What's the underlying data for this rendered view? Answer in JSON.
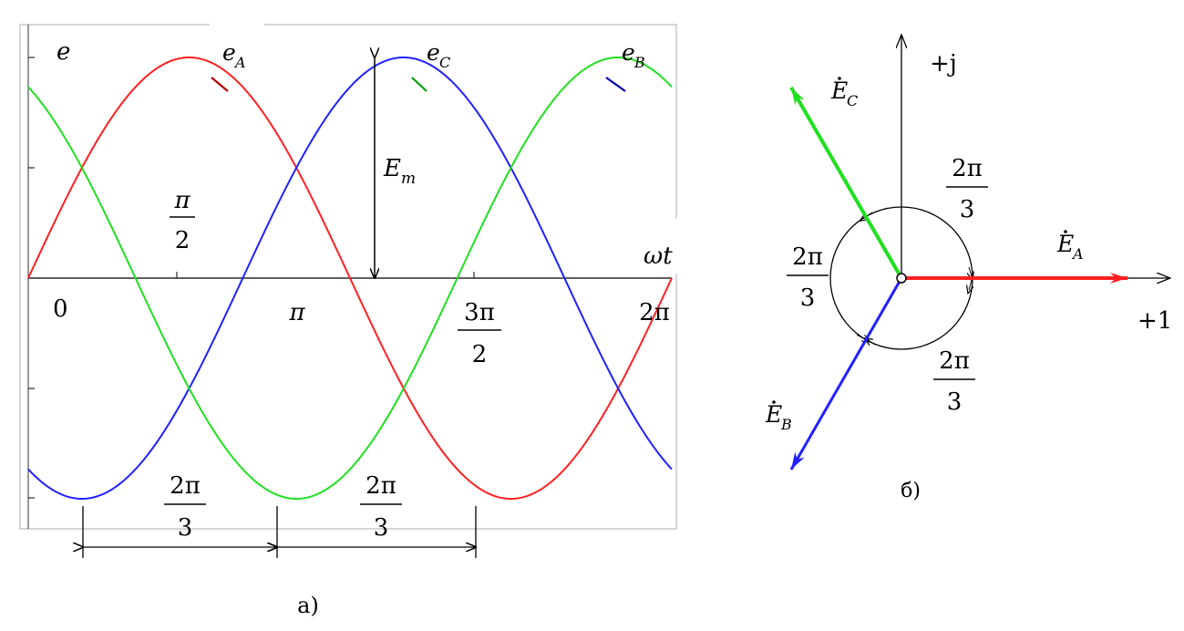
{
  "graph_a": {
    "y_label": "e",
    "x_label": "ωt",
    "curves": [
      {
        "label_main": "e",
        "label_sub": "A",
        "color": "#ff2020",
        "phase_deg": 0
      },
      {
        "label_main": "e",
        "label_sub": "B",
        "color": "#2020ff",
        "phase_deg": -120
      },
      {
        "label_main": "e",
        "label_sub": "C",
        "color": "#20e020",
        "phase_deg": 120
      }
    ],
    "amplitude_label_main": "E",
    "amplitude_label_sub": "m",
    "tick_labels": {
      "zero": "0",
      "pi_over_2_num": "π",
      "pi_over_2_den": "2",
      "pi": "π",
      "three_pi_over_2_num": "3π",
      "three_pi_over_2_den": "2",
      "two_pi": "2π"
    },
    "phase_shift_num": "2π",
    "phase_shift_den": "3",
    "caption": "а)"
  },
  "phasor_b": {
    "axis_real_label": "+1",
    "axis_imag_label": "+j",
    "phasors": [
      {
        "label_main": "E",
        "label_sub": "A",
        "color": "#ff2020",
        "angle_deg": 0
      },
      {
        "label_main": "E",
        "label_sub": "B",
        "color": "#2020ff",
        "angle_deg": 240
      },
      {
        "label_main": "E",
        "label_sub": "C",
        "color": "#20e020",
        "angle_deg": 120
      }
    ],
    "angle_num": "2π",
    "angle_den": "3",
    "caption": "б)"
  }
}
